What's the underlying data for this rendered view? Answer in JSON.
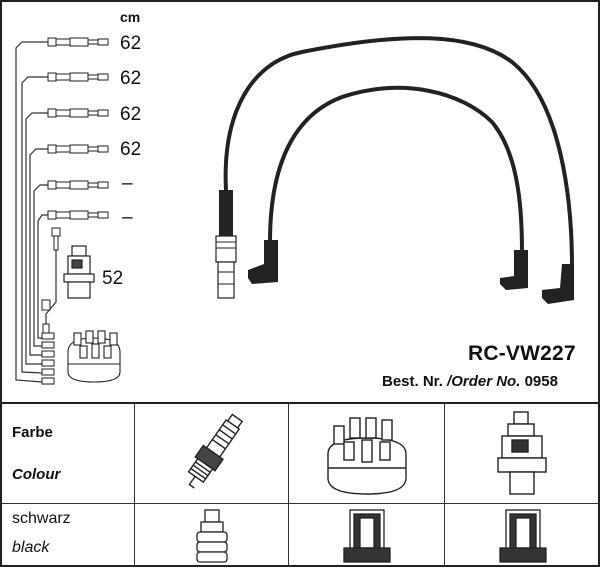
{
  "diagram": {
    "unit_label": "cm",
    "lengths": [
      "62",
      "62",
      "62",
      "62",
      "–",
      "–",
      "52"
    ],
    "product_code": "RC-VW227",
    "order_label_de": "Best. Nr.",
    "order_separator": "/",
    "order_label_en": "Order No.",
    "order_number": "0958"
  },
  "table": {
    "header_de": "Farbe",
    "header_en": "Colour",
    "row_de": "schwarz",
    "row_en": "black",
    "columns": [
      "spark-plug",
      "distributor-cap",
      "ignition-coil"
    ]
  }
}
